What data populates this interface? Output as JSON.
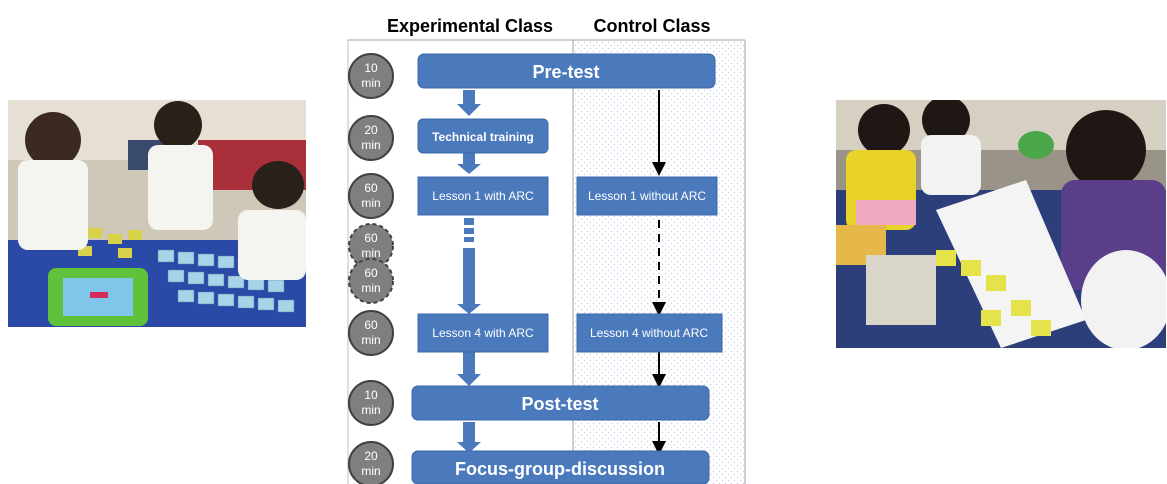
{
  "diagram": {
    "headers": {
      "experimental": "Experimental Class",
      "control": "Control Class"
    },
    "time_labels": [
      {
        "value": "10",
        "unit": "min"
      },
      {
        "value": "20",
        "unit": "min"
      },
      {
        "value": "60",
        "unit": "min"
      },
      {
        "value": "60",
        "unit": "min"
      },
      {
        "value": "60",
        "unit": "min"
      },
      {
        "value": "60",
        "unit": "min"
      },
      {
        "value": "10",
        "unit": "min"
      },
      {
        "value": "20",
        "unit": "min"
      }
    ],
    "steps": {
      "pretest": "Pre-test",
      "technical_training": "Technical training",
      "lesson1_exp": "Lesson 1 with ARC",
      "lesson1_ctrl": "Lesson 1 without ARC",
      "lesson4_exp": "Lesson 4 with ARC",
      "lesson4_ctrl": "Lesson 4 without ARC",
      "posttest": "Post-test",
      "focus_group": "Focus-group-discussion"
    }
  },
  "photos": {
    "left": "children-playing-with-cards-and-tablet-photo",
    "right": "children-working-on-worksheet-photo"
  },
  "colors": {
    "box_blue": "#4a79bc",
    "circle_grey": "#7f7f7f"
  }
}
